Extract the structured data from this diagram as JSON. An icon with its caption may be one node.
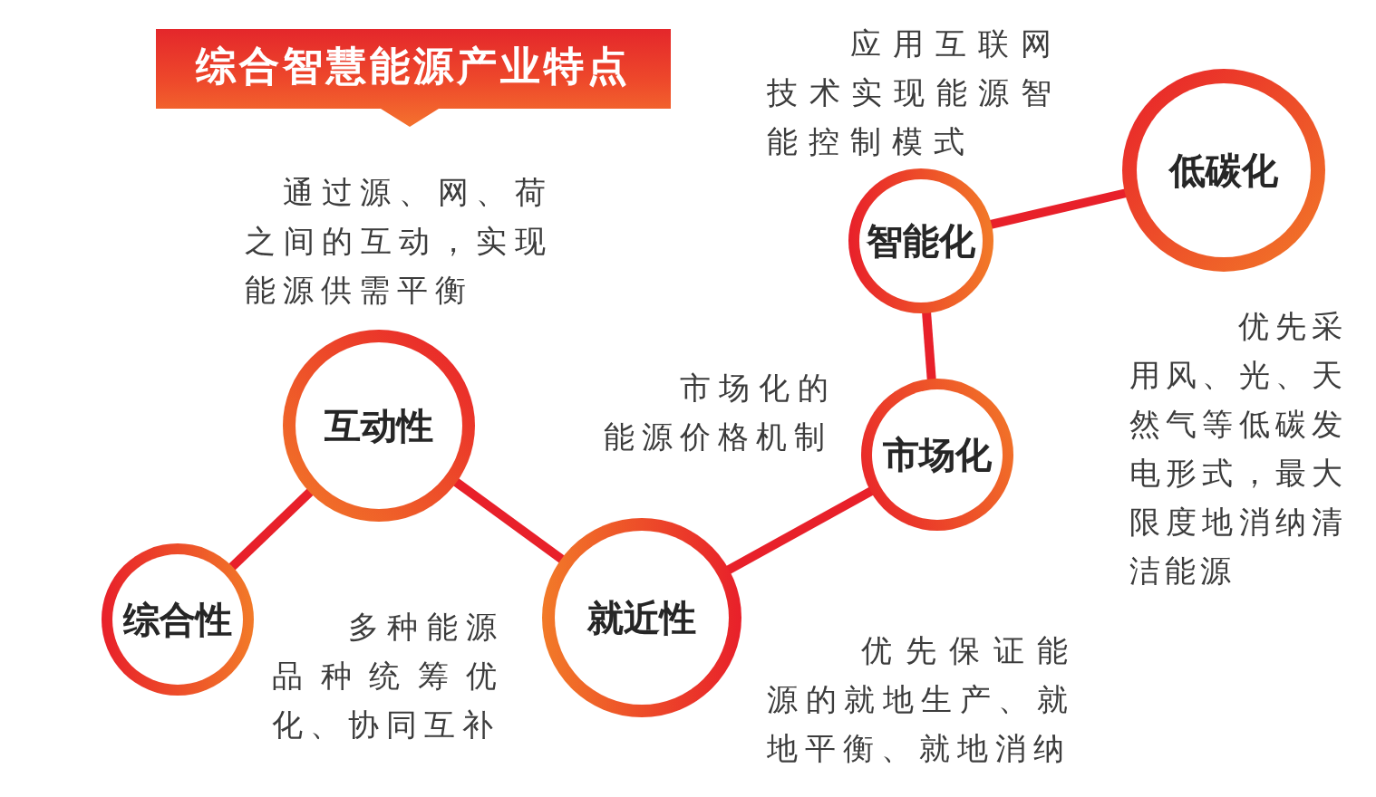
{
  "diagram": {
    "title": "综合智慧能源产业特点",
    "nodes": [
      {
        "text": [
          "综合性"
        ],
        "beside": [
          "多种能源品种统筹优化、协同互补"
        ]
      },
      {
        "text": [
          "互动性"
        ],
        "beside": [
          "通过源、网、荷之间的互动，实现能源供需平衡"
        ]
      },
      {
        "text": [
          "就近性"
        ],
        "beside": [
          "优先保证能源的就地生产、就地平衡、就地消纳"
        ]
      },
      {
        "text": [
          "市场化"
        ],
        "beside": [
          "市场化的能源价格机制"
        ]
      },
      {
        "text": [
          "智能化"
        ],
        "beside": [
          "应用互联网技术实现能源智能控制模式"
        ]
      },
      {
        "text": [
          "低碳化"
        ],
        "beside": [
          "优先采用风、光、天然气等低碳发电形式，最大限度地消纳清洁能源"
        ]
      }
    ],
    "edges": [
      {
        "from": 0,
        "to": 1,
        "arrow": "none"
      },
      {
        "from": 1,
        "to": 2,
        "arrow": "none"
      },
      {
        "from": 2,
        "to": 3,
        "arrow": "none"
      },
      {
        "from": 3,
        "to": 4,
        "arrow": "none"
      },
      {
        "from": 4,
        "to": 5,
        "arrow": "none"
      }
    ]
  }
}
